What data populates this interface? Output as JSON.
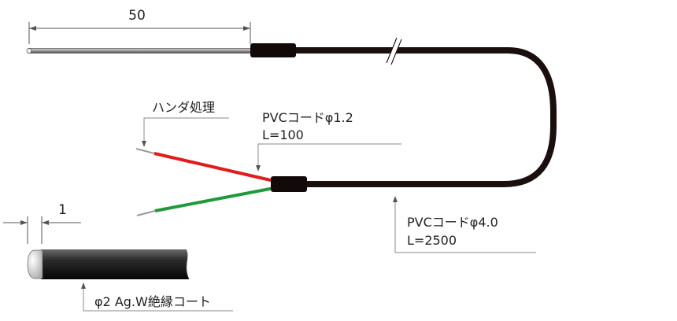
{
  "dimensions": {
    "probe_length": "50",
    "tip_gap": "1"
  },
  "labels": {
    "solder": "ハンダ処理",
    "pvc_thin_line1": "PVCコードφ1.2",
    "pvc_thin_line2": "L=100",
    "pvc_thick_line1": "PVCコードφ4.0",
    "pvc_thick_line2": "L=2500",
    "tip_coating": "φ2 Ag.W絶縁コート"
  },
  "colors": {
    "cable": "#1a0f0c",
    "red_wire": "#e21b1b",
    "green_wire": "#1f9a3a",
    "wire_tip": "#9a9a9a",
    "leader": "#8a8a8a"
  }
}
